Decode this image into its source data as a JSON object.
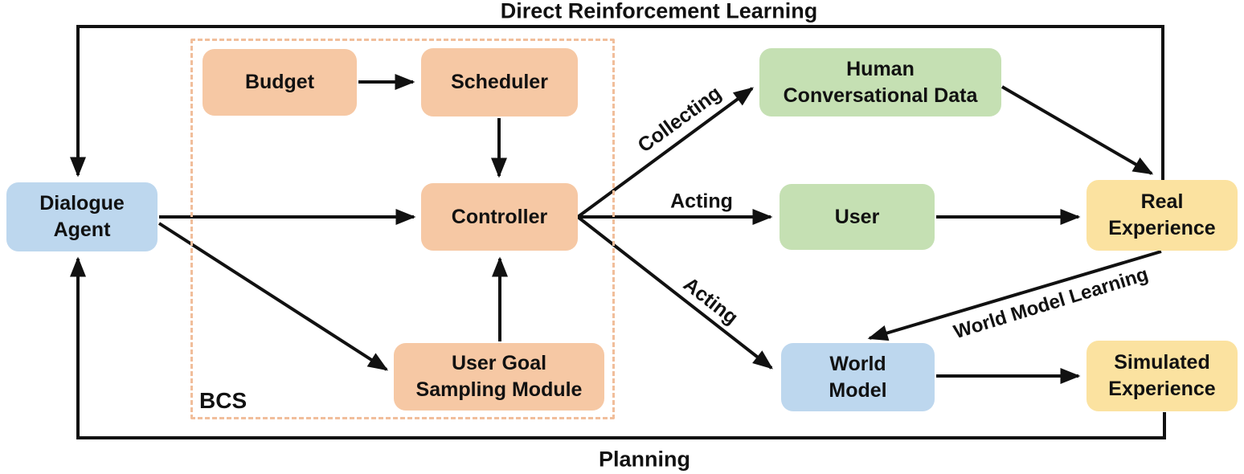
{
  "palette": {
    "node_blue": "#BDD7EE",
    "node_orange": "#F6C8A4",
    "node_green": "#C5E0B3",
    "node_yellow": "#FBE2A0",
    "group_dashed_border": "#F1BE9B",
    "arrow": "#111111",
    "text": "#111111"
  },
  "titles": {
    "top": "Direct Reinforcement Learning",
    "bottom": "Planning"
  },
  "group": {
    "label": "BCS"
  },
  "nodes": {
    "dialogue_agent": "Dialogue\nAgent",
    "budget": "Budget",
    "scheduler": "Scheduler",
    "controller": "Controller",
    "user_goal_sampling": "User Goal\nSampling Module",
    "human_conv_data": "Human\nConversational Data",
    "user": "User",
    "real_experience": "Real\nExperience",
    "world_model": "World\nModel",
    "simulated_experience": "Simulated\nExperience"
  },
  "edge_labels": {
    "collecting": "Collecting",
    "acting_user": "Acting",
    "acting_world": "Acting",
    "world_model_learning": "World Model Learning"
  }
}
